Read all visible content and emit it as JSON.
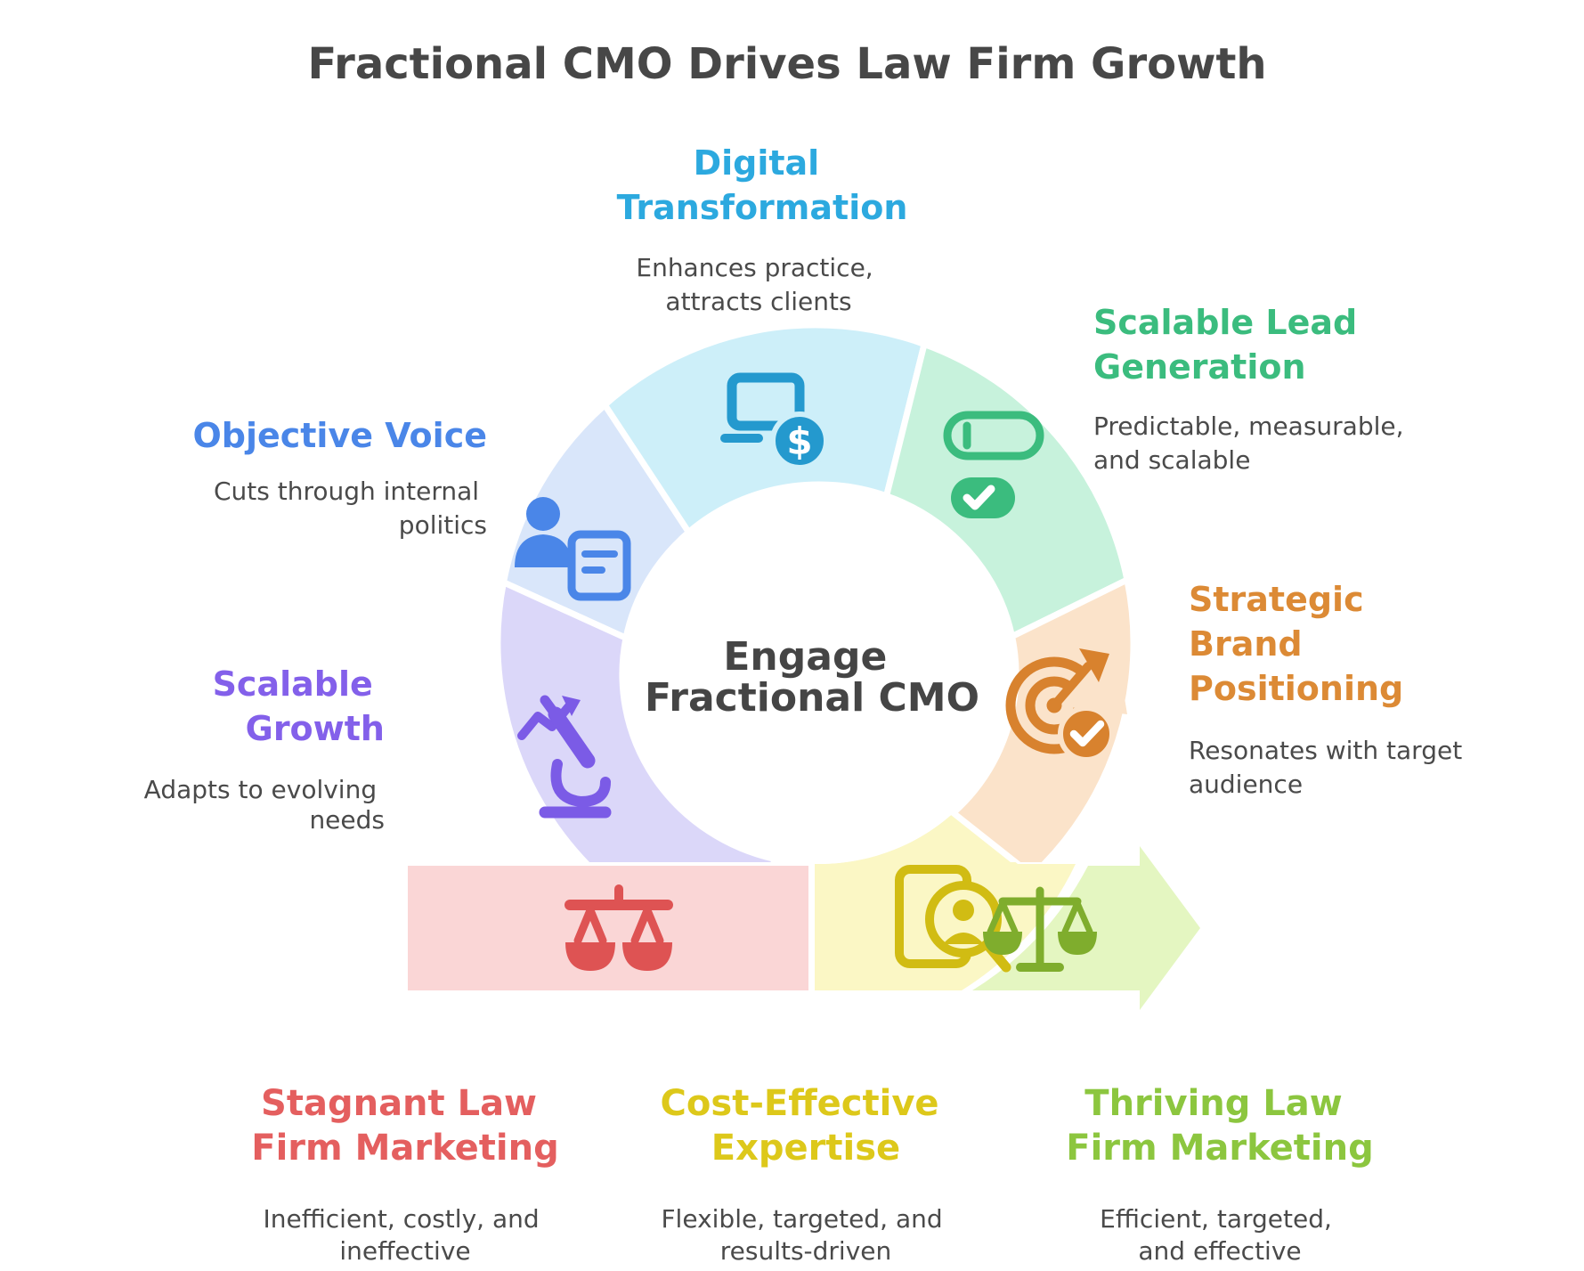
{
  "page_title": "Fractional CMO Drives Law Firm Growth",
  "center_label": {
    "line1": "Engage",
    "line2": "Fractional CMO"
  },
  "sections": {
    "digital": {
      "title_lines": [
        "Digital",
        "Transformation"
      ],
      "desc_lines": [
        "Enhances practice,",
        "attracts clients"
      ],
      "color": "#2CA9DF",
      "segment_color": "#CDEFF9",
      "icon": "monitor-dollar-icon",
      "icon_color": "#2499CE",
      "dollar_glyph": "$"
    },
    "lead": {
      "title_lines": [
        "Scalable Lead",
        "Generation"
      ],
      "desc_lines": [
        "Predictable, measurable,",
        "and scalable"
      ],
      "color": "#3BBC7E",
      "segment_color": "#C7F2DC",
      "icon": "toggle-check-icon",
      "icon_color": "#3BBC7E"
    },
    "brand": {
      "title_lines": [
        "Strategic",
        "Brand",
        "Positioning"
      ],
      "desc_lines": [
        "Resonates with target",
        "audience"
      ],
      "color": "#DC8A35",
      "segment_color": "#FBE3CA",
      "icon": "target-check-icon",
      "icon_color": "#D8822E"
    },
    "objective": {
      "title_lines": [
        "Objective Voice"
      ],
      "desc_lines": [
        "Cuts through internal",
        "politics"
      ],
      "color": "#4A86E8",
      "segment_color": "#D9E6FA",
      "icon": "person-document-icon",
      "icon_color": "#4A86E8"
    },
    "growth": {
      "title_lines": [
        "Scalable",
        "Growth"
      ],
      "desc_lines": [
        "Adapts to evolving",
        "needs"
      ],
      "color": "#8360EA",
      "segment_color": "#DBD7F9",
      "icon": "microscope-trend-icon",
      "icon_color": "#7B5BE6"
    },
    "stagnant": {
      "title_lines": [
        "Stagnant Law",
        "Firm Marketing"
      ],
      "desc_lines": [
        "Inefficient, costly, and",
        "ineffective"
      ],
      "color": "#E45F5F",
      "band_color": "#FAD6D6",
      "icon": "scales-hanging-icon",
      "icon_color": "#DE5353"
    },
    "cost": {
      "title_lines": [
        "Cost-Effective",
        "Expertise"
      ],
      "desc_lines": [
        "Flexible, targeted, and",
        "results-driven"
      ],
      "color": "#DDC81A",
      "segment_color": "#FBF7C5",
      "icon": "document-person-magnifier-icon",
      "icon_color": "#D1BC13"
    },
    "thriving": {
      "title_lines": [
        "Thriving Law",
        "Firm Marketing"
      ],
      "desc_lines": [
        "Efficient, targeted,",
        "and effective"
      ],
      "color": "#8CC63F",
      "band_color": "#E4F6C1",
      "icon": "scales-balance-icon",
      "icon_color": "#7FAD2D"
    }
  },
  "colors": {
    "title_text": "#474747",
    "desc_text": "#4A4A4A",
    "center_text": "#454545",
    "background": "#FFFFFF"
  }
}
